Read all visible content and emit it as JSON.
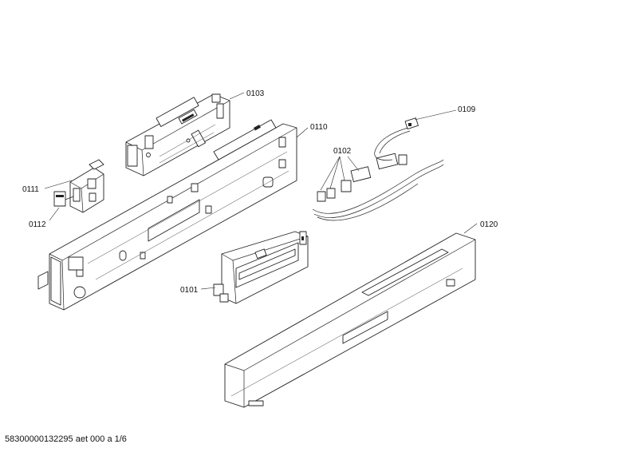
{
  "diagram": {
    "parts": [
      {
        "key": "p0103",
        "label": "0103"
      },
      {
        "key": "p0110",
        "label": "0110"
      },
      {
        "key": "p0109",
        "label": "0109"
      },
      {
        "key": "p0102",
        "label": "0102"
      },
      {
        "key": "p0111",
        "label": "0111"
      },
      {
        "key": "p0112",
        "label": "0112"
      },
      {
        "key": "p0120",
        "label": "0120"
      },
      {
        "key": "p0101",
        "label": "0101"
      }
    ],
    "labels": {
      "p0103": "0103",
      "p0110": "0110",
      "p0109": "0109",
      "p0102": "0102",
      "p0111": "0111",
      "p0112": "0112",
      "p0120": "0120",
      "p0101": "0101"
    }
  },
  "footer": {
    "text": "58300000132295 aet 000 a 1/6"
  }
}
